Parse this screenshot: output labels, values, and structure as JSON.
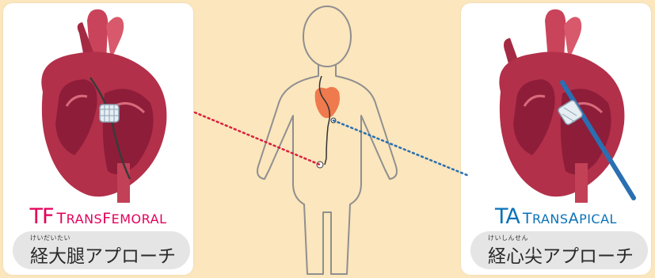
{
  "left_panel": {
    "acronym": "TF",
    "word": {
      "cap1": "T",
      "part1": "RANS",
      "cap2": "F",
      "part2": "EMORAL"
    },
    "ruby": "けいだいたい",
    "label": "経大腿アプローチ",
    "color": "#e3005b"
  },
  "right_panel": {
    "acronym": "TA",
    "word": {
      "cap1": "T",
      "part1": "RANS",
      "cap2": "A",
      "part2": "PICAL"
    },
    "ruby": "けいしんせん",
    "label": "経心尖アプローチ",
    "color": "#0a72b8"
  },
  "colors": {
    "background": "#fbe6bd",
    "card": "#ffffff",
    "pill": "#e5e5e5",
    "heart_muscle": "#b3304a",
    "heart_chamber": "#8e1d3a",
    "organ": "#ef7a4e",
    "tf_route": "#d9213d",
    "ta_route": "#2a6fb1"
  },
  "icons": {
    "left_image": "heart-transfemoral-illustration",
    "right_image": "heart-transapical-illustration",
    "center_image": "human-body-outline"
  }
}
